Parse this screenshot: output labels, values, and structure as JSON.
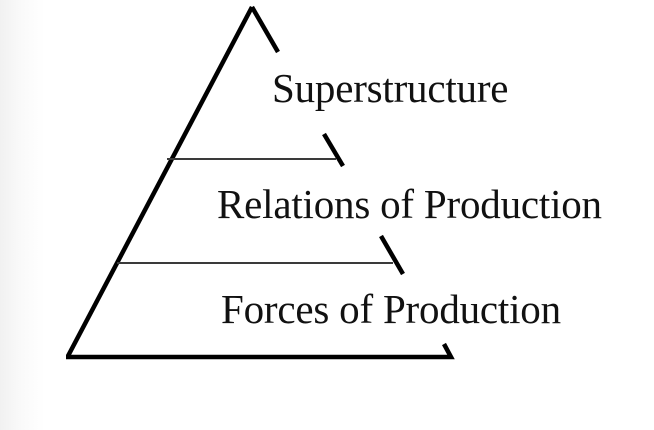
{
  "diagram": {
    "type": "pyramid",
    "layers": [
      {
        "id": "superstructure",
        "label": "Superstructure",
        "position": "top"
      },
      {
        "id": "relations",
        "label": "Relations of Production",
        "position": "middle"
      },
      {
        "id": "forces",
        "label": "Forces of Production",
        "position": "bottom"
      }
    ],
    "colors": {
      "stroke": "#000000",
      "divider": "#3a3a3a",
      "text": "#111111",
      "background": "#ffffff"
    }
  }
}
